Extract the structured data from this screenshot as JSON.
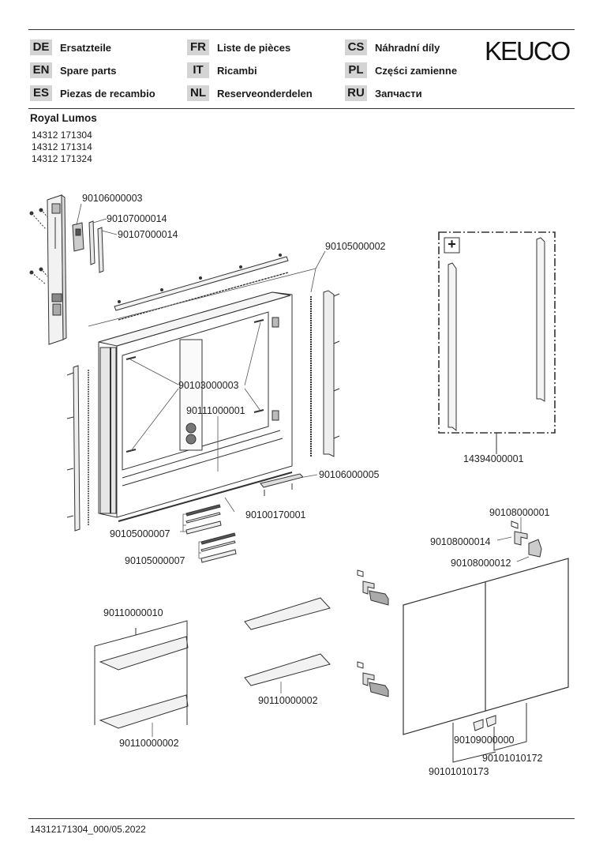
{
  "header": {
    "brand_logo": "KEUCO",
    "languages": [
      {
        "code": "DE",
        "label": "Ersatzteile"
      },
      {
        "code": "EN",
        "label": "Spare parts"
      },
      {
        "code": "ES",
        "label": "Piezas de recambio"
      },
      {
        "code": "FR",
        "label": "Liste de pièces"
      },
      {
        "code": "IT",
        "label": "Ricambi"
      },
      {
        "code": "NL",
        "label": "Reserveonderdelen"
      },
      {
        "code": "CS",
        "label": "Náhradní díly"
      },
      {
        "code": "PL",
        "label": "Części zamienne"
      },
      {
        "code": "RU",
        "label": "Запчасти"
      }
    ]
  },
  "product": {
    "name": "Royal Lumos",
    "article_numbers": [
      "14312 171304",
      "14312 171314",
      "14312 171324"
    ]
  },
  "parts": {
    "light_module": "90106000003",
    "cover_a": "90107000014",
    "cover_b": "90107000014",
    "led_strip_top": "90105000002",
    "optional_kit": "14394000001",
    "hinge_plates": "90103000003",
    "divider": "90111000001",
    "sensor_bar": "90106000005",
    "bottom_profile": "90100170001",
    "led_bottom_a": "90105000007",
    "led_bottom_b": "90105000007",
    "hinge_cap": "90108000001",
    "hinge_pad": "90108000014",
    "hinge": "90108000012",
    "shelf_set": "90110000010",
    "shelf_left": "90110000002",
    "shelf_mid": "90110000002",
    "door_handle": "90109000000",
    "door_right": "90101010172",
    "door_left": "90101010173"
  },
  "optional_kit_symbol": "+",
  "footer": {
    "document_id": "14312171304_000/05.2022"
  }
}
